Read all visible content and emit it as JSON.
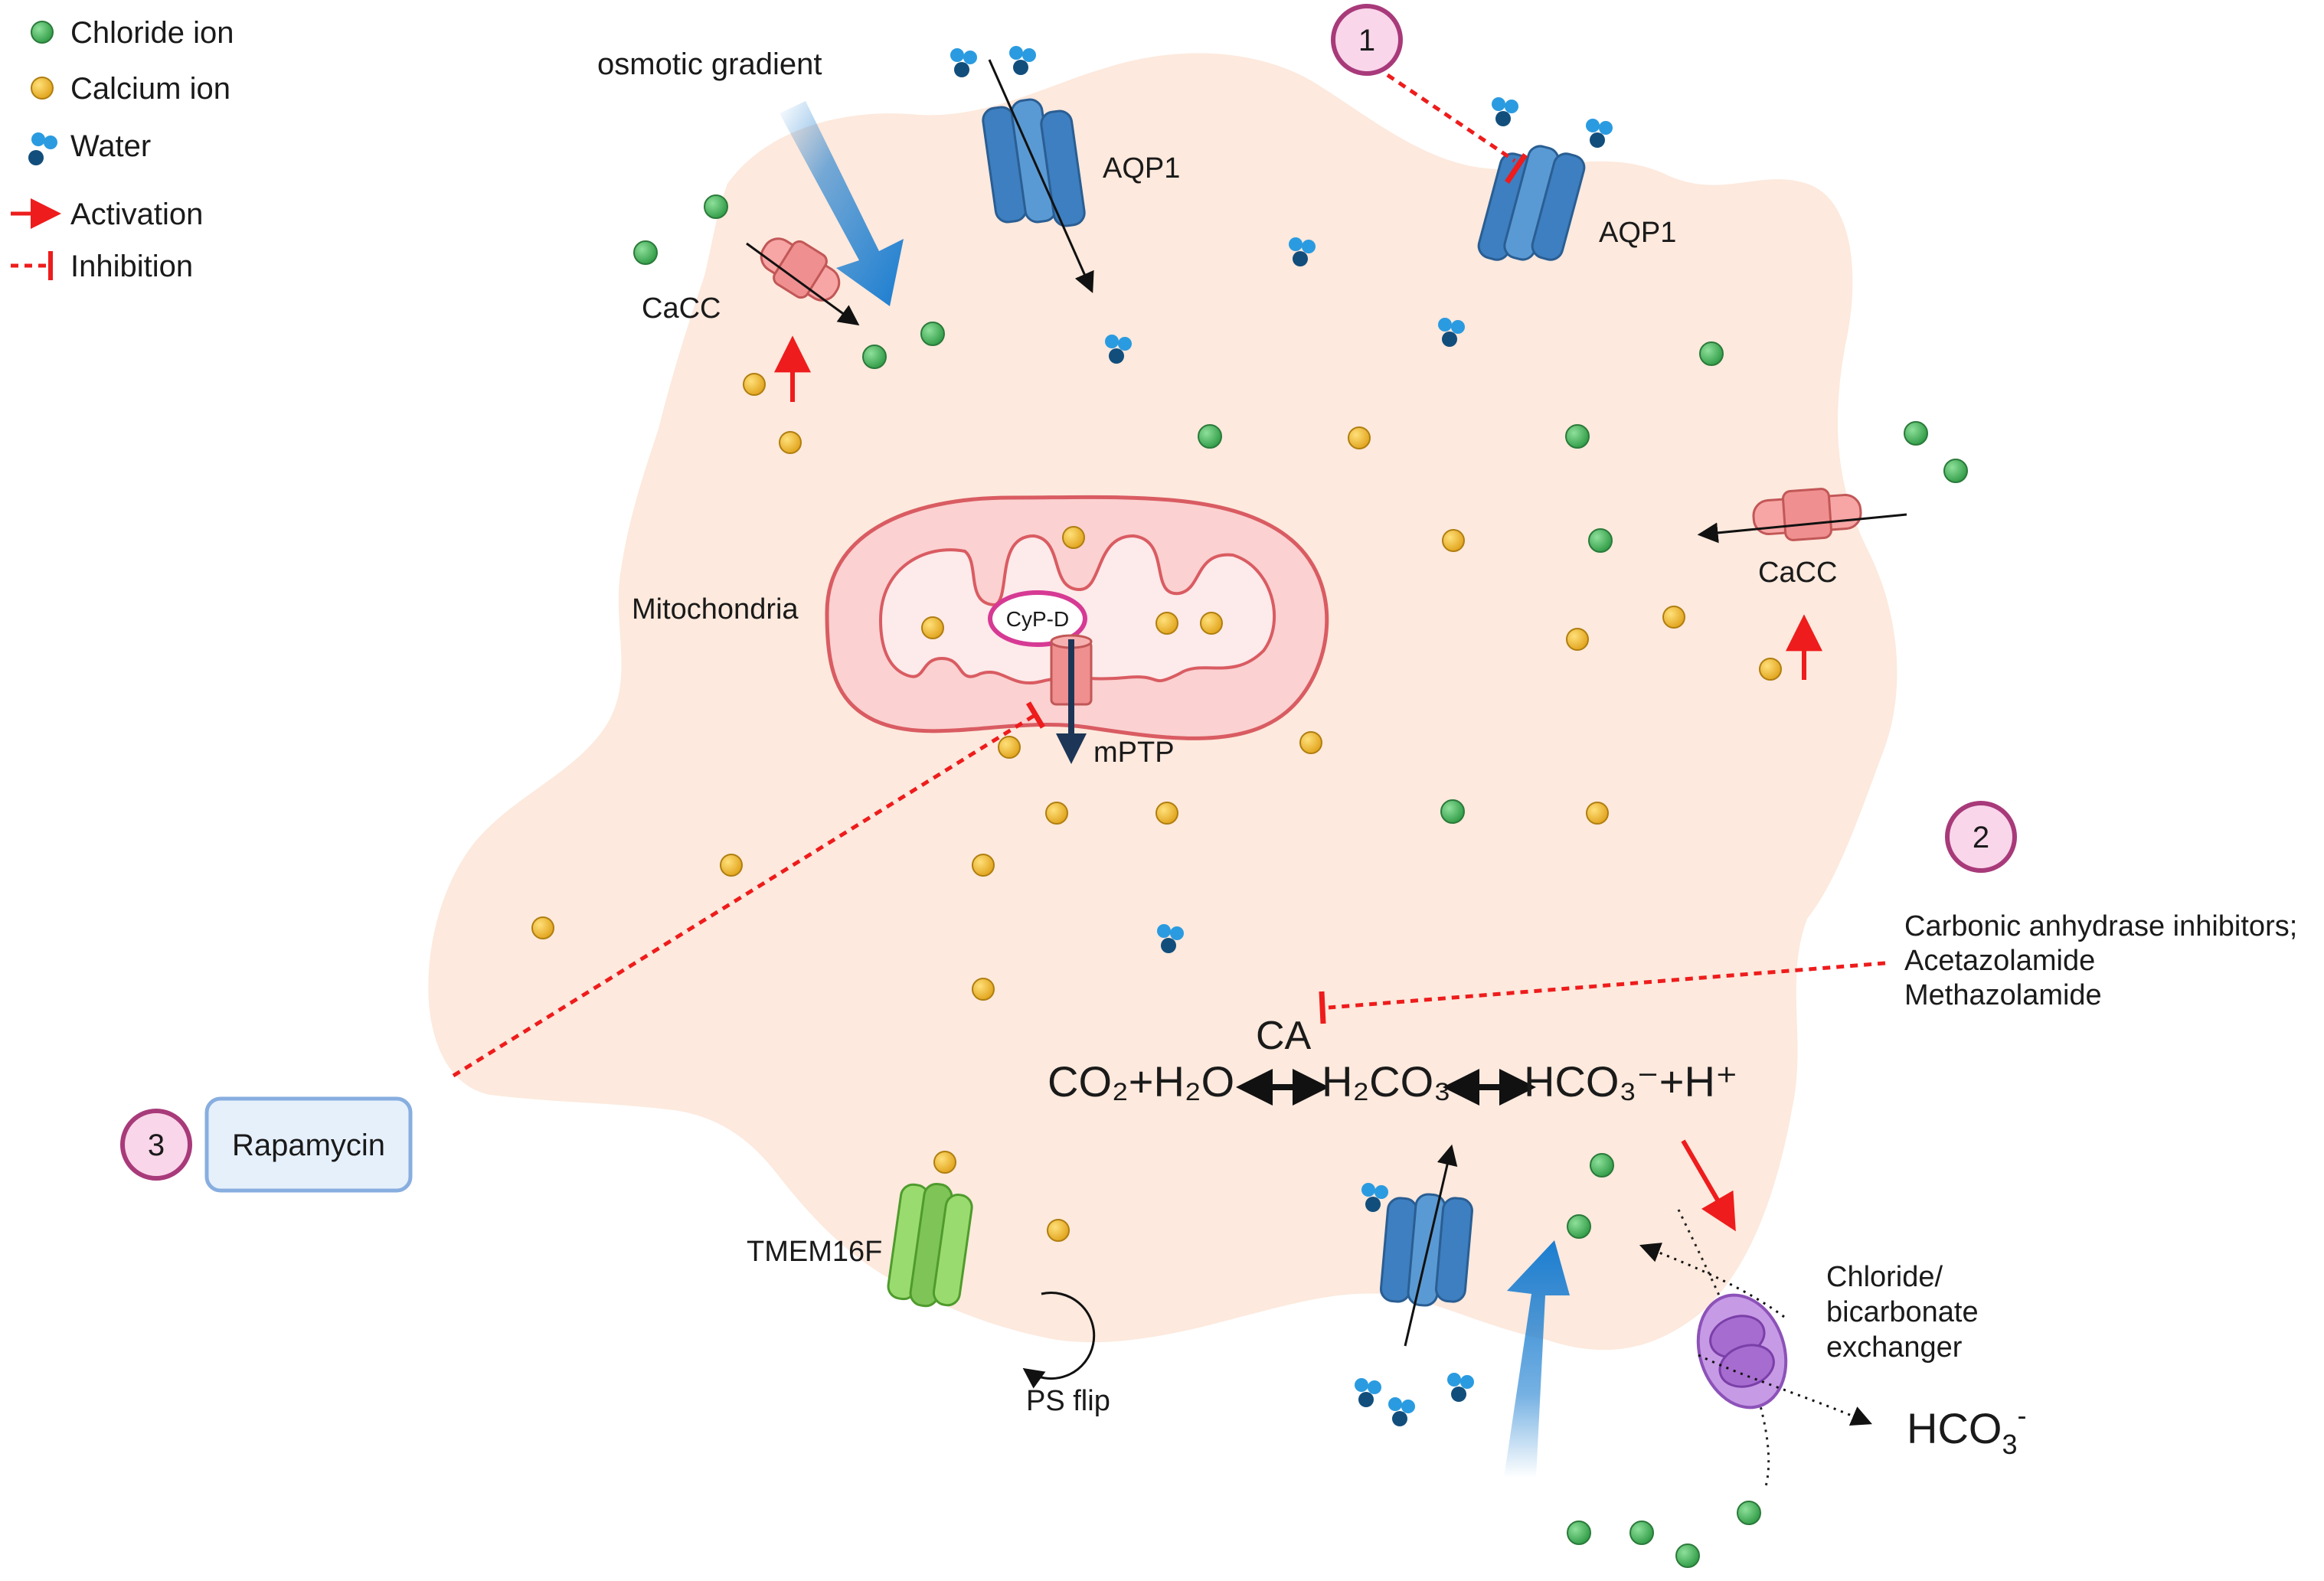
{
  "legend": {
    "chloride": "Chloride ion",
    "calcium": "Calcium ion",
    "water": "Water",
    "activation": "Activation",
    "inhibition": "Inhibition"
  },
  "labels": {
    "osmotic_gradient": "osmotic gradient",
    "aqp1_left": "AQP1",
    "aqp1_right": "AQP1",
    "cacc_left": "CaCC",
    "cacc_right": "CaCC",
    "mitochondria": "Mitochondria",
    "cypd": "CyP-D",
    "mptp": "mPTP",
    "tmem16f": "TMEM16F",
    "ps_flip": "PS flip",
    "ca": "CA",
    "exchanger_1": "Chloride/",
    "exchanger_2": "bicarbonate",
    "exchanger_3": "exchanger",
    "hco3_out": "HCO",
    "hco3_out_sub": "3",
    "hco3_out_sup": "-"
  },
  "badges": {
    "b1": "1",
    "b2": "2",
    "b3": "3"
  },
  "inhibitors": {
    "line1": "Carbonic anhydrase inhibitors;",
    "line2": "Acetazolamide",
    "line3": "Methazolamide"
  },
  "rapamycin": "Rapamycin",
  "reaction": {
    "co2_h2o": "CO₂+H₂O",
    "h2co3": "H₂CO₃",
    "hco3_h": "HCO₃⁻+H⁺"
  },
  "colors": {
    "cell": "#fde9dd",
    "chloride": "#4cb85a",
    "calcium": "#f0b72e",
    "water": "#1f8fd1",
    "activation": "#ee1c1c",
    "badge_fill": "#f9d6ea",
    "badge_stroke": "#a83a7a",
    "aqp1": "#3d7fc0",
    "cacc": "#f08f90",
    "tmem16f": "#8bd062",
    "exchanger": "#b683d6"
  }
}
